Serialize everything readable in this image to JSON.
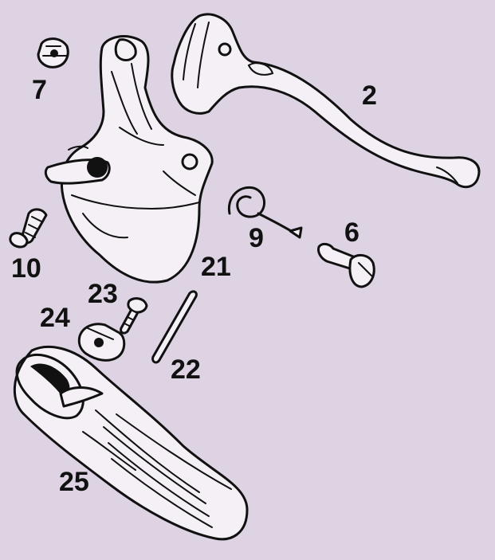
{
  "diagram": {
    "background": "#ddd3e3",
    "line_color": "#111111",
    "callouts": [
      {
        "id": "lever",
        "label": "2"
      },
      {
        "id": "nut",
        "label": "7"
      },
      {
        "id": "spring",
        "label": "9"
      },
      {
        "id": "adjuster",
        "label": "6"
      },
      {
        "id": "screw",
        "label": "10"
      },
      {
        "id": "housing",
        "label": "21"
      },
      {
        "id": "small-screw",
        "label": "23"
      },
      {
        "id": "clamp-block",
        "label": "24"
      },
      {
        "id": "pin",
        "label": "22"
      },
      {
        "id": "grip",
        "label": "25"
      }
    ]
  }
}
